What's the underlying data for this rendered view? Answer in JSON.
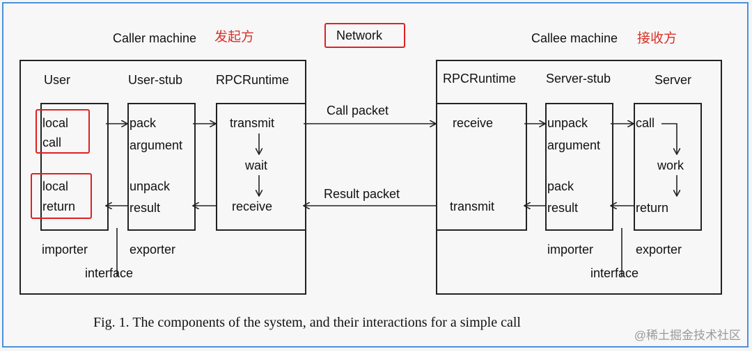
{
  "caller": {
    "title": "Caller machine",
    "title_cn": "发起方"
  },
  "network": {
    "label": "Network"
  },
  "callee": {
    "title": "Callee machine",
    "title_cn": "接收方"
  },
  "left_columns": {
    "user": "User",
    "user_stub": "User-stub",
    "rpc_runtime": "RPCRuntime"
  },
  "right_columns": {
    "rpc_runtime": "RPCRuntime",
    "server_stub": "Server-stub",
    "server": "Server"
  },
  "user_box": {
    "local1": "local",
    "call": "call",
    "local2": "local",
    "return": "return"
  },
  "user_stub_box": {
    "pack": "pack",
    "argument": "argument",
    "unpack": "unpack",
    "result": "result"
  },
  "rpc_left_box": {
    "transmit": "transmit",
    "wait": "wait",
    "receive": "receive"
  },
  "rpc_right_box": {
    "receive": "receive",
    "transmit": "transmit"
  },
  "server_stub_box": {
    "unpack": "unpack",
    "argument": "argument",
    "pack": "pack",
    "result": "result"
  },
  "server_box": {
    "call": "call",
    "work": "work",
    "return": "return"
  },
  "packets": {
    "call_packet": "Call packet",
    "result_packet": "Result packet"
  },
  "left_bottom": {
    "importer": "importer",
    "exporter": "exporter",
    "interface": "interface"
  },
  "right_bottom": {
    "importer": "importer",
    "exporter": "exporter",
    "interface": "interface"
  },
  "caption": "Fig. 1.    The components of the system, and their interactions for a simple call",
  "watermark": "@稀土掘金技术社区",
  "colors": {
    "frame": "#4a90d9",
    "highlight": "#e02020",
    "cn_text": "#d93025"
  }
}
